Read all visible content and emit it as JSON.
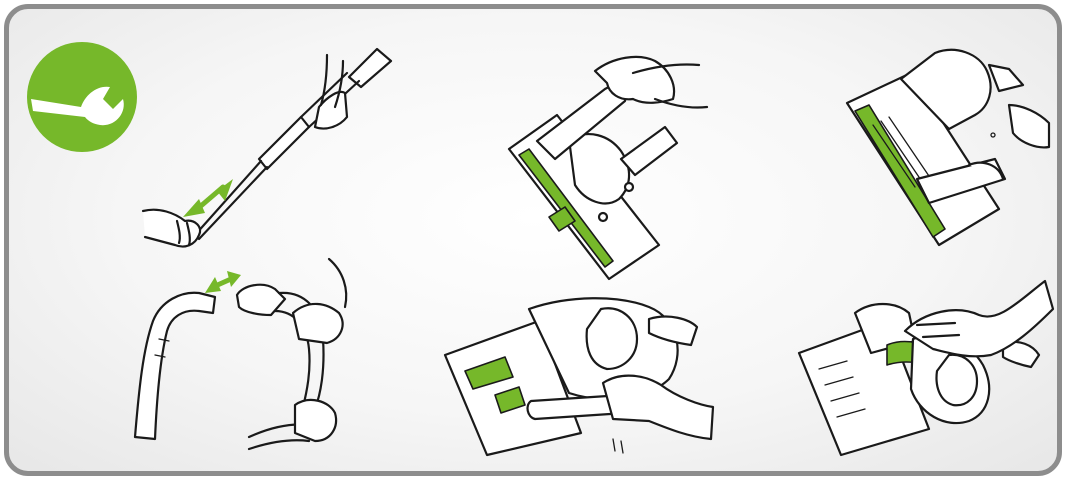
{
  "badge": {
    "icon": "wrench-icon",
    "color": "#76b82a"
  },
  "frame": {
    "border_color": "#8d8d8d",
    "accent": "#76b82a"
  },
  "steps": [
    {
      "id": "telescopic-tube",
      "icon": "telescopic-tube-icon"
    },
    {
      "id": "hose-handle",
      "icon": "hose-handle-icon"
    },
    {
      "id": "nozzle-top",
      "icon": "floor-nozzle-icon"
    },
    {
      "id": "nozzle-underside-cleaning",
      "icon": "nozzle-underside-icon"
    },
    {
      "id": "nozzle-cover-removal",
      "icon": "nozzle-cover-icon"
    },
    {
      "id": "brush-roll-removal",
      "icon": "brush-roll-icon"
    }
  ]
}
